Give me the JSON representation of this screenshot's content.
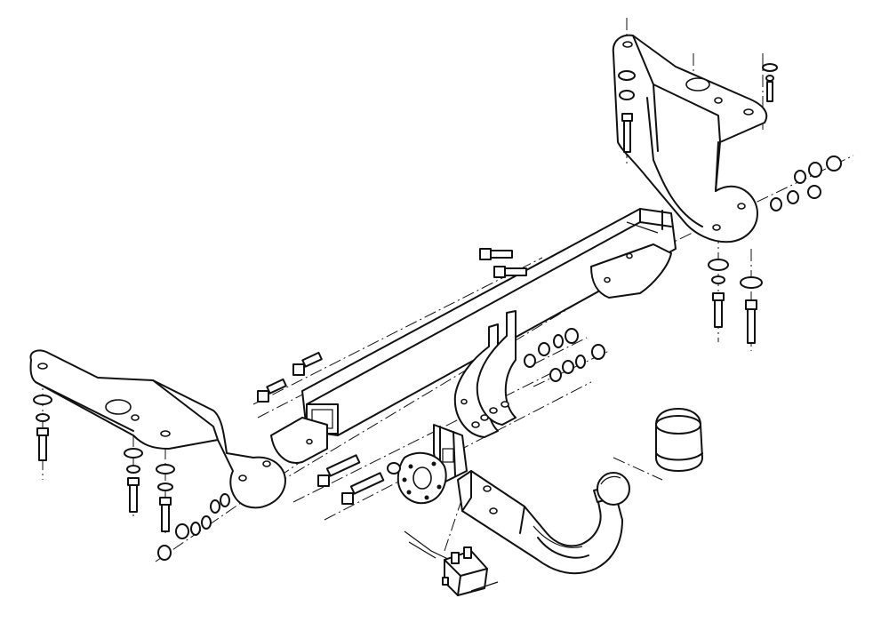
{
  "diagram": {
    "type": "exploded-assembly-drawing",
    "line_color": "#111111",
    "background": "#ffffff",
    "parts": [
      "left-mounting-bracket",
      "right-mounting-bracket",
      "crossbar-tube",
      "socket-plate",
      "electrical-socket",
      "tow-ball-neck",
      "tow-ball",
      "ball-cover",
      "wiring-connector",
      "bolts",
      "washers",
      "nuts"
    ]
  }
}
